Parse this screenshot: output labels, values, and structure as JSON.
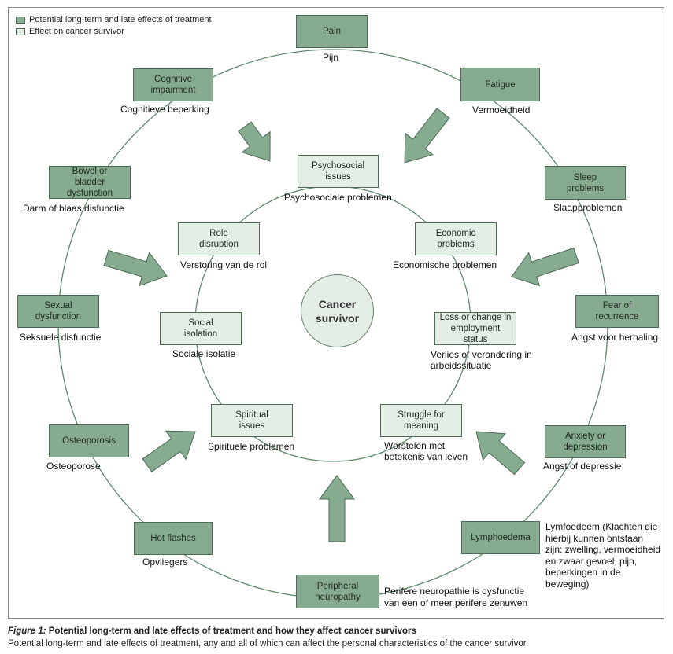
{
  "legend": {
    "outer_label": "Potential long-term and late effects of treatment",
    "inner_label": "Effect on cancer survivor",
    "outer_color": "#86ab90",
    "inner_color": "#e4eee5"
  },
  "center": "Cancer survivor",
  "outer_items": [
    {
      "label": "Pain",
      "caption": "Pijn"
    },
    {
      "label": "Fatigue",
      "caption": "Vermoeidheid"
    },
    {
      "label": "Sleep problems",
      "caption": "Slaapproblemen"
    },
    {
      "label": "Fear of recurrence",
      "caption": "Angst voor herhaling"
    },
    {
      "label": "Anxiety or depression",
      "caption": "Angst of depressie"
    },
    {
      "label": "Lymphoedema",
      "caption": "Lymfoedeem (Klachten die hierbij kunnen ontstaan zijn: zwelling, vermoeidheid en zwaar gevoel, pijn, beperkingen in de beweging)"
    },
    {
      "label": "Peripheral neuropathy",
      "caption": "Perifere neuropathie is dysfunctie van een of meer perifere zenuwen"
    },
    {
      "label": "Hot flashes",
      "caption": "Opvliegers"
    },
    {
      "label": "Osteoporosis",
      "caption": "Osteoporose"
    },
    {
      "label": "Sexual dysfunction",
      "caption": "Seksuele disfunctie"
    },
    {
      "label": "Bowel or bladder dysfunction",
      "caption": "Darm of blaas disfunctie"
    },
    {
      "label": "Cognitive impairment",
      "caption": "Cognitieve beperking"
    }
  ],
  "inner_items": [
    {
      "label": "Psychosocial issues",
      "caption": "Psychosociale problemen"
    },
    {
      "label": "Economic problems",
      "caption": "Economische problemen"
    },
    {
      "label": "Loss or change in employment status",
      "caption": "Verlies of verandering in arbeidssituatie"
    },
    {
      "label": "Struggle for meaning",
      "caption": "Worstelen met betekenis van leven"
    },
    {
      "label": "Spiritual issues",
      "caption": "Spirituele problemen"
    },
    {
      "label": "Social isolation",
      "caption": "Sociale isolatie"
    },
    {
      "label": "Role disruption",
      "caption": "Verstoring van de rol"
    }
  ],
  "figure_caption": {
    "label": "Figure 1:",
    "title": "Potential long-term and late effects of treatment and how they affect cancer survivors",
    "text": "Potential long-term and late effects of treatment, any and all of which can affect the personal characteristics of the cancer survivor."
  }
}
